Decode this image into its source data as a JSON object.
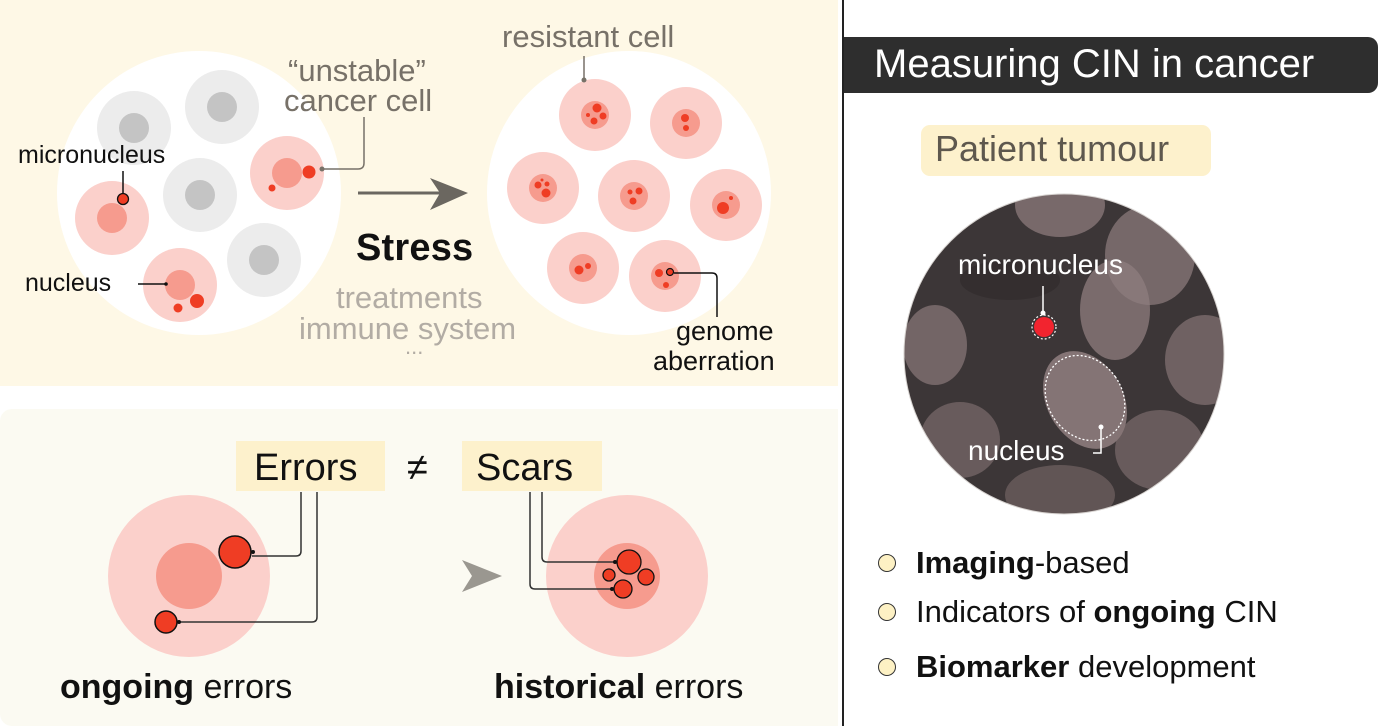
{
  "colors": {
    "panel_top_bg": "#fef8e6",
    "panel_bottom_bg": "#fbfaf2",
    "cell_outer": "#fbd0cb",
    "cell_nucleus": "#f69b8e",
    "micronucleus": "#ef3d24",
    "healthy_outer": "#ececec",
    "healthy_nucleus": "#c4c4c4",
    "highlight_box": "#fdf1cc",
    "title_bar": "#2e2e2e"
  },
  "top_panel": {
    "labels": {
      "micronucleus": "micronucleus",
      "nucleus": "nucleus",
      "unstable_line1": "“unstable”",
      "unstable_line2": "cancer cell",
      "resistant": "resistant cell",
      "stress": "Stress",
      "stress_cause1": "treatments",
      "stress_cause2": "immune system",
      "stress_cause3": "...",
      "genome_line1": "genome",
      "genome_line2": "aberration"
    }
  },
  "bottom_panel": {
    "errors_label": "Errors",
    "not_equal": "≠",
    "scars_label": "Scars",
    "left_caption_bold": "ongoing",
    "left_caption_rest": " errors",
    "right_caption_bold": "historical",
    "right_caption_rest": " errors"
  },
  "right_panel": {
    "title": "Measuring CIN in cancer",
    "subtitle": "Patient tumour",
    "image_labels": {
      "micronucleus": "micronucleus",
      "nucleus": "nucleus"
    },
    "bullets": [
      {
        "bold": "Imaging",
        "rest": "-based",
        "prefix": ""
      },
      {
        "prefix": "Indicators of ",
        "bold": "ongoing",
        "rest": " CIN"
      },
      {
        "prefix": "",
        "bold": "Biomarker",
        "rest": " development"
      }
    ]
  }
}
